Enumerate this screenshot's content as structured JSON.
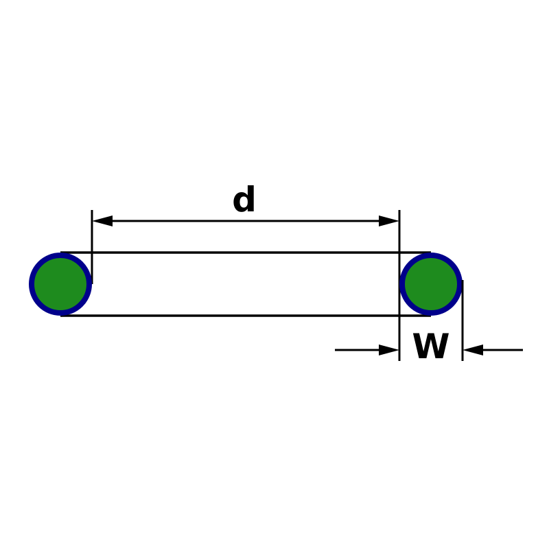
{
  "diagram": {
    "name": "o-ring-side-view-dimension-drawing",
    "labels": {
      "inner_diameter": "d",
      "cross_section_width": "W"
    },
    "colors": {
      "ring_fill": "#1e8b1e",
      "ring_stroke": "#00008b",
      "line": "#000000",
      "background": "#ffffff"
    }
  }
}
